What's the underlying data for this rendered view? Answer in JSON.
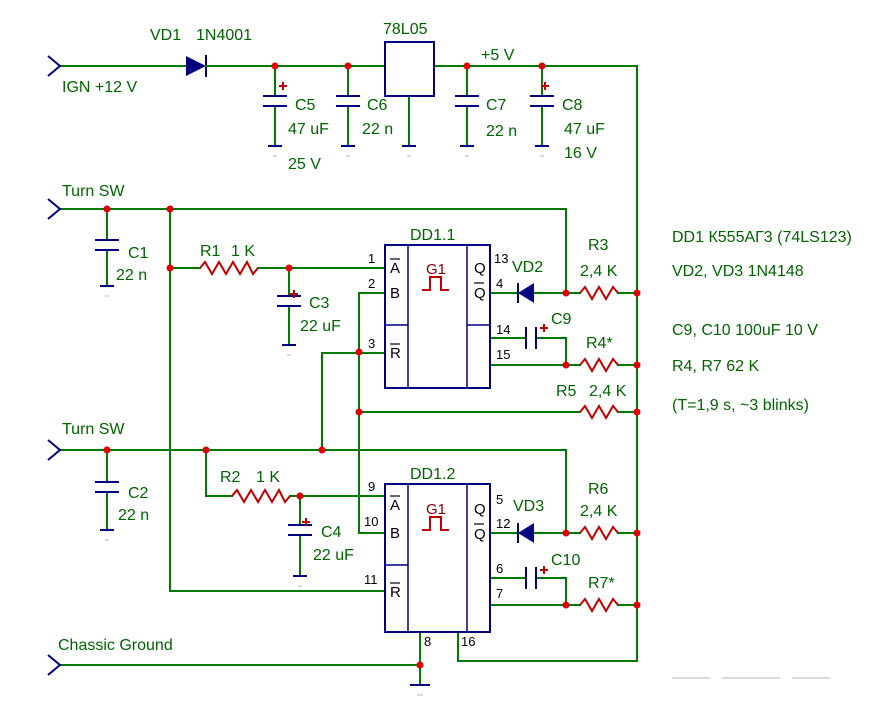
{
  "inputs": {
    "ign": "IGN +12 V",
    "turn1": "Turn SW",
    "turn2": "Turn SW",
    "ground": "Chassic Ground"
  },
  "power": {
    "vd1_ref": "VD1",
    "vd1_part": "1N4001",
    "regulator": "78L05",
    "rail": "+5 V"
  },
  "components": {
    "c5": "C5",
    "c5_val": "47 uF",
    "c5_volt": "25 V",
    "c6": "C6",
    "c6_val": "22 n",
    "c7": "C7",
    "c7_val": "22 n",
    "c8": "C8",
    "c8_val": "47 uF",
    "c8_volt": "16 V",
    "c1": "C1",
    "c1_val": "22 n",
    "c2": "C2",
    "c2_val": "22 n",
    "r1": "R1",
    "r1_val": "1 K",
    "r2": "R2",
    "r2_val": "1 K",
    "c3": "C3",
    "c3_val": "22 uF",
    "c4": "C4",
    "c4_val": "22 uF",
    "r3": "R3",
    "r3_val": "2,4 K",
    "r4": "R4*",
    "r5": "R5",
    "r5_val": "2,4 K",
    "r6": "R6",
    "r6_val": "2,4 K",
    "r7": "R7*",
    "c9": "C9",
    "c10": "C10",
    "vd2": "VD2",
    "vd3": "VD3"
  },
  "chips": {
    "dd11": "DD1.1",
    "dd12": "DD1.2",
    "g1": "G1",
    "pin_a": "A",
    "pin_b": "B",
    "pin_r": "R",
    "pin_q": "Q",
    "pins_dd11": [
      "1",
      "2",
      "3",
      "13",
      "4",
      "14",
      "15"
    ],
    "pins_dd12": [
      "9",
      "10",
      "11",
      "5",
      "12",
      "6",
      "7",
      "8",
      "16"
    ]
  },
  "notes": {
    "line1": "DD1 К555АГ3 (74LS123)",
    "line2": "VD2, VD3  1N4148",
    "line3": "C9, C10  100uF 10 V",
    "line4": "R4, R7  62 K",
    "line5": "(T=1,9 s, ~3 blinks)"
  }
}
